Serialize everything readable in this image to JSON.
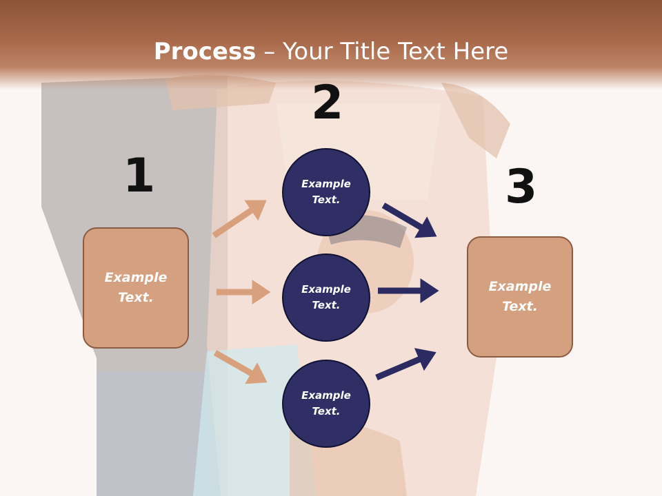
{
  "header": {
    "title_bold": "Process",
    "title_rest": " – Your Title Text Here"
  },
  "steps": {
    "one": "1",
    "two": "2",
    "three": "3"
  },
  "nodes": {
    "left": "Example Text.",
    "top": "Example Text.",
    "middle": "Example Text.",
    "bottom": "Example Text.",
    "right": "Example Text."
  },
  "colors": {
    "header": "#a8684a",
    "box_fill": "#d4a07f",
    "box_border": "#8b5a43",
    "circle_fill": "#2f2f66",
    "arrow_left": "#d9a07e",
    "arrow_right": "#2b2b62",
    "background": "#fbf6f3"
  }
}
